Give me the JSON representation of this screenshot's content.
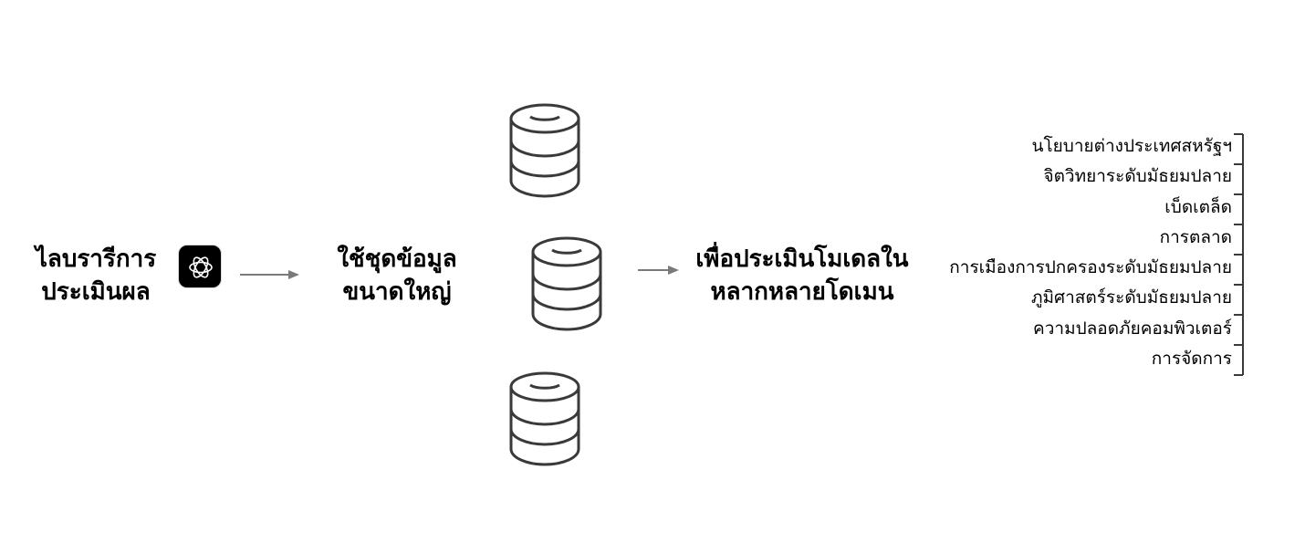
{
  "library": {
    "label_lines": [
      "ไลบรารีการ",
      "ประเมินผล"
    ],
    "logo_icon": "openai-logo-icon"
  },
  "datasets": {
    "label_lines": [
      "ใช้ชุดข้อมูล",
      "ขนาดใหญ่"
    ],
    "icon": "database-icon"
  },
  "evaluation": {
    "label_lines": [
      "เพื่อประเมินโมเดลใน",
      "หลากหลายโดเมน"
    ]
  },
  "domains": [
    "นโยบายต่างประเทศสหรัฐฯ",
    "จิตวิทยาระดับมัธยมปลาย",
    "เบ็ดเตล็ด",
    "การตลาด",
    "การเมืองการปกครองระดับมัธยมปลาย",
    "ภูมิศาสตร์ระดับมัธยมปลาย",
    "ความปลอดภัยคอมพิวเตอร์",
    "การจัดการ"
  ],
  "colors": {
    "icon_stroke": "#3a3a3a",
    "arrow": "#7a7a7a",
    "logo_bg": "#000000"
  }
}
